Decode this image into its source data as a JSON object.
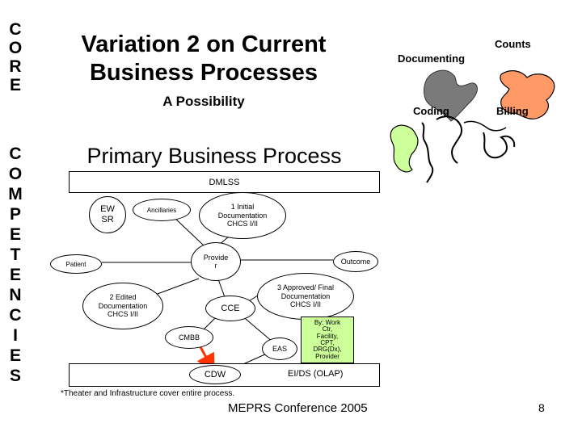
{
  "sidebar": {
    "core_letters": [
      "C",
      "O",
      "R",
      "E"
    ],
    "competencies_letters": [
      "C",
      "O",
      "M",
      "P",
      "E",
      "T",
      "E",
      "N",
      "C",
      "I",
      "E",
      "S"
    ]
  },
  "header": {
    "title_line1": "Variation 2 on Current",
    "title_line2": "Business Processes",
    "subtitle": "A Possibility"
  },
  "puzzle": {
    "labels": {
      "counts": "Counts",
      "documenting": "Documenting",
      "coding": "Coding",
      "billing": "Billing"
    },
    "colors": {
      "documenting": "#7a7a7a",
      "billing": "#ff9966",
      "coding": "#ccff99"
    }
  },
  "main": {
    "heading": "Primary Business Process"
  },
  "diagram": {
    "top_box": "DMLSS",
    "nodes": {
      "ew_sr": [
        "EW",
        "SR"
      ],
      "ancillaries": "Ancillaries",
      "initial_doc": [
        "1 Initial",
        "Documentation",
        "CHCS I/II"
      ],
      "patient": "Patient",
      "provider": [
        "Provide",
        "r"
      ],
      "outcome": "Outcome",
      "edited_doc": [
        "2 Edited",
        "Documentation",
        "CHCS I/II"
      ],
      "approved_doc": [
        "3 Approved/ Final",
        "Documentation",
        "CHCS I/II"
      ],
      "cce": "CCE",
      "cmbb": "CMBB",
      "eas": "EAS",
      "by_work": [
        "By: Work",
        "Ctr,",
        "Facility,",
        "CPT,",
        "DRG(Dx),",
        "Provider"
      ],
      "cdw": "CDW",
      "eids": "EI/DS (OLAP)"
    },
    "colors": {
      "eas_box_fill": "#ccff99",
      "cdw_arrow": "#ff3300"
    }
  },
  "footer": {
    "footnote": "*Theater and Infrastructure cover entire process.",
    "conference": "MEPRS Conference 2005",
    "page_number": "8"
  }
}
